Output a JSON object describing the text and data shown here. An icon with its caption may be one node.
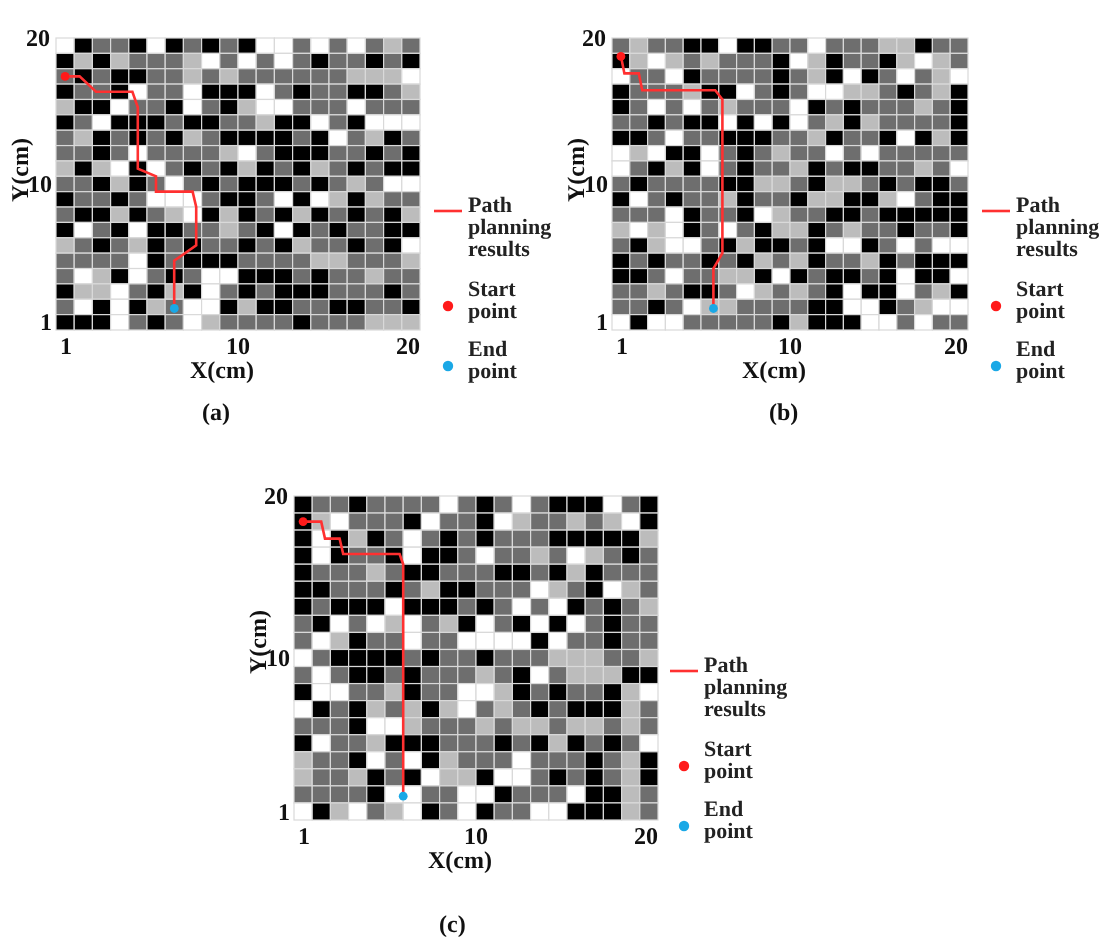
{
  "diagram": {
    "labels": [
      "20",
      "Y(cm)",
      "10",
      "1",
      "1",
      "10",
      "20",
      "X(cm)",
      "(a)",
      "20",
      "Y(cm)",
      "10",
      "1",
      "1",
      "10",
      "20",
      "X(cm)",
      "(b)",
      "20",
      "Y(cm)",
      "10",
      "1",
      "1",
      "10",
      "20",
      "X(cm)",
      "(c)"
    ],
    "legend": [
      {
        "text": "Path planning results"
      },
      {
        "text": "Start point",
        "color": "#ff1a1a"
      },
      {
        "text": "End point",
        "color": "#1aa8e6"
      },
      {
        "text": "Path planning results"
      },
      {
        "text": "Start point",
        "color": "#ff1a1a"
      },
      {
        "text": "End point",
        "color": "#1aa8e6"
      },
      {
        "text": "Path planning results"
      },
      {
        "text": "Start point",
        "color": "#ff1a1a"
      },
      {
        "text": "End point",
        "color": "#1aa8e6"
      }
    ]
  }
}
